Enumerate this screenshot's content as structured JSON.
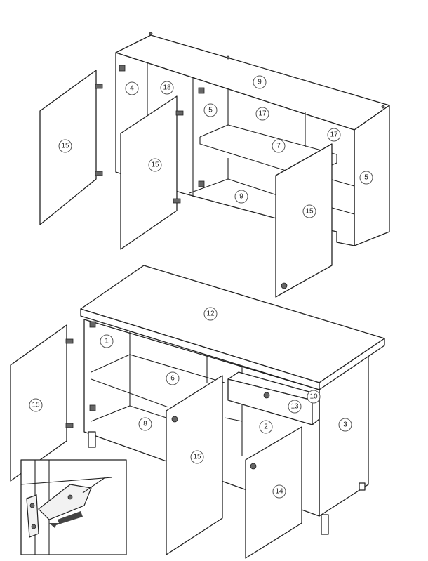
{
  "diagram": {
    "top_assembly": {
      "labels": [
        "15",
        "4",
        "18",
        "5",
        "9",
        "17",
        "17",
        "7",
        "15",
        "9",
        "5",
        "15"
      ]
    },
    "bottom_assembly": {
      "labels": [
        "12",
        "1",
        "6",
        "8",
        "15",
        "15",
        "2",
        "13",
        "10",
        "3",
        "14"
      ]
    },
    "inset": {
      "subject": "hinge-adjustment-detail"
    }
  }
}
